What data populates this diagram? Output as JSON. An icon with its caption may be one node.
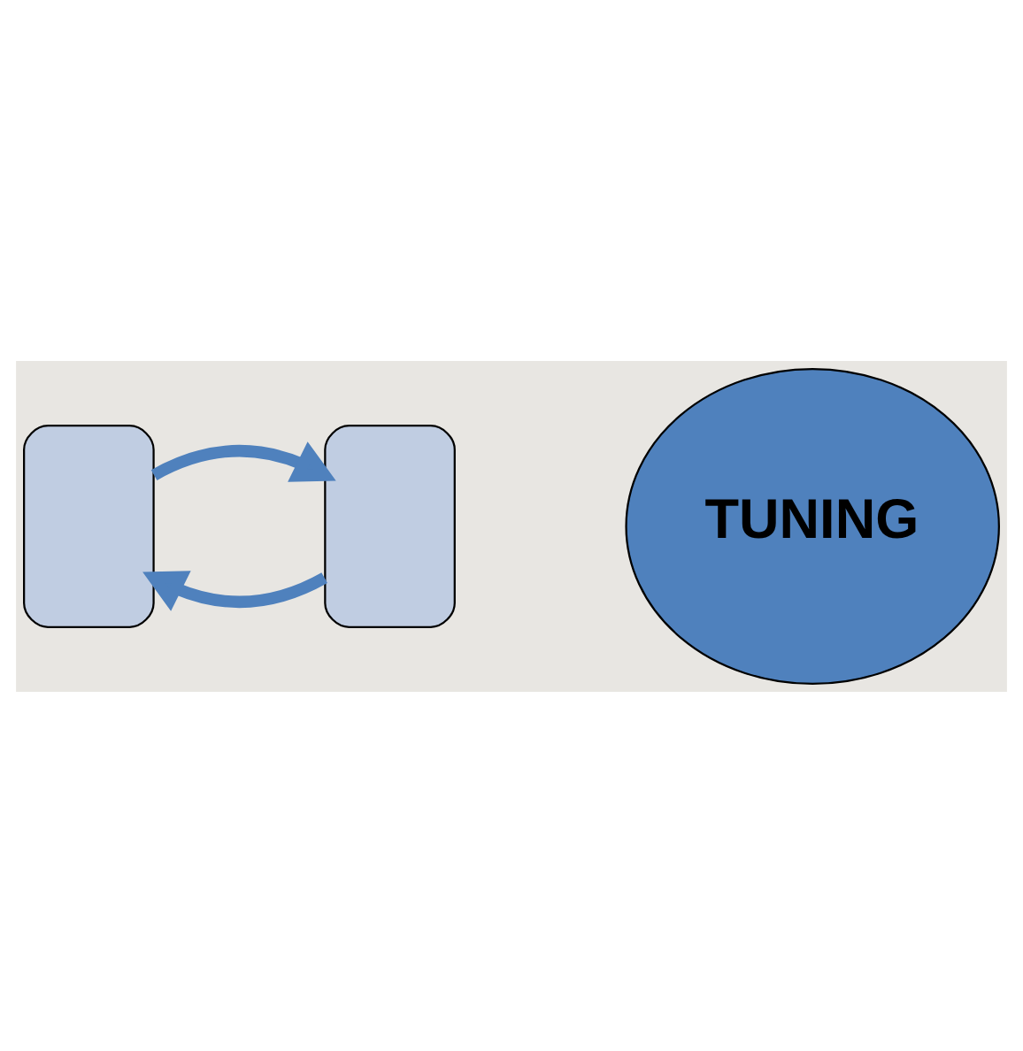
{
  "diagram": {
    "nodes": [
      {
        "text": [],
        "shape": "box"
      },
      {
        "text": [
          "TUNING"
        ]
      },
      {
        "text": [],
        "shape": "box"
      }
    ],
    "edges": [
      {
        "from": 2,
        "to": 0,
        "arrow": "to"
      },
      {
        "from": 0,
        "to": 2,
        "arrow": "to"
      }
    ]
  }
}
